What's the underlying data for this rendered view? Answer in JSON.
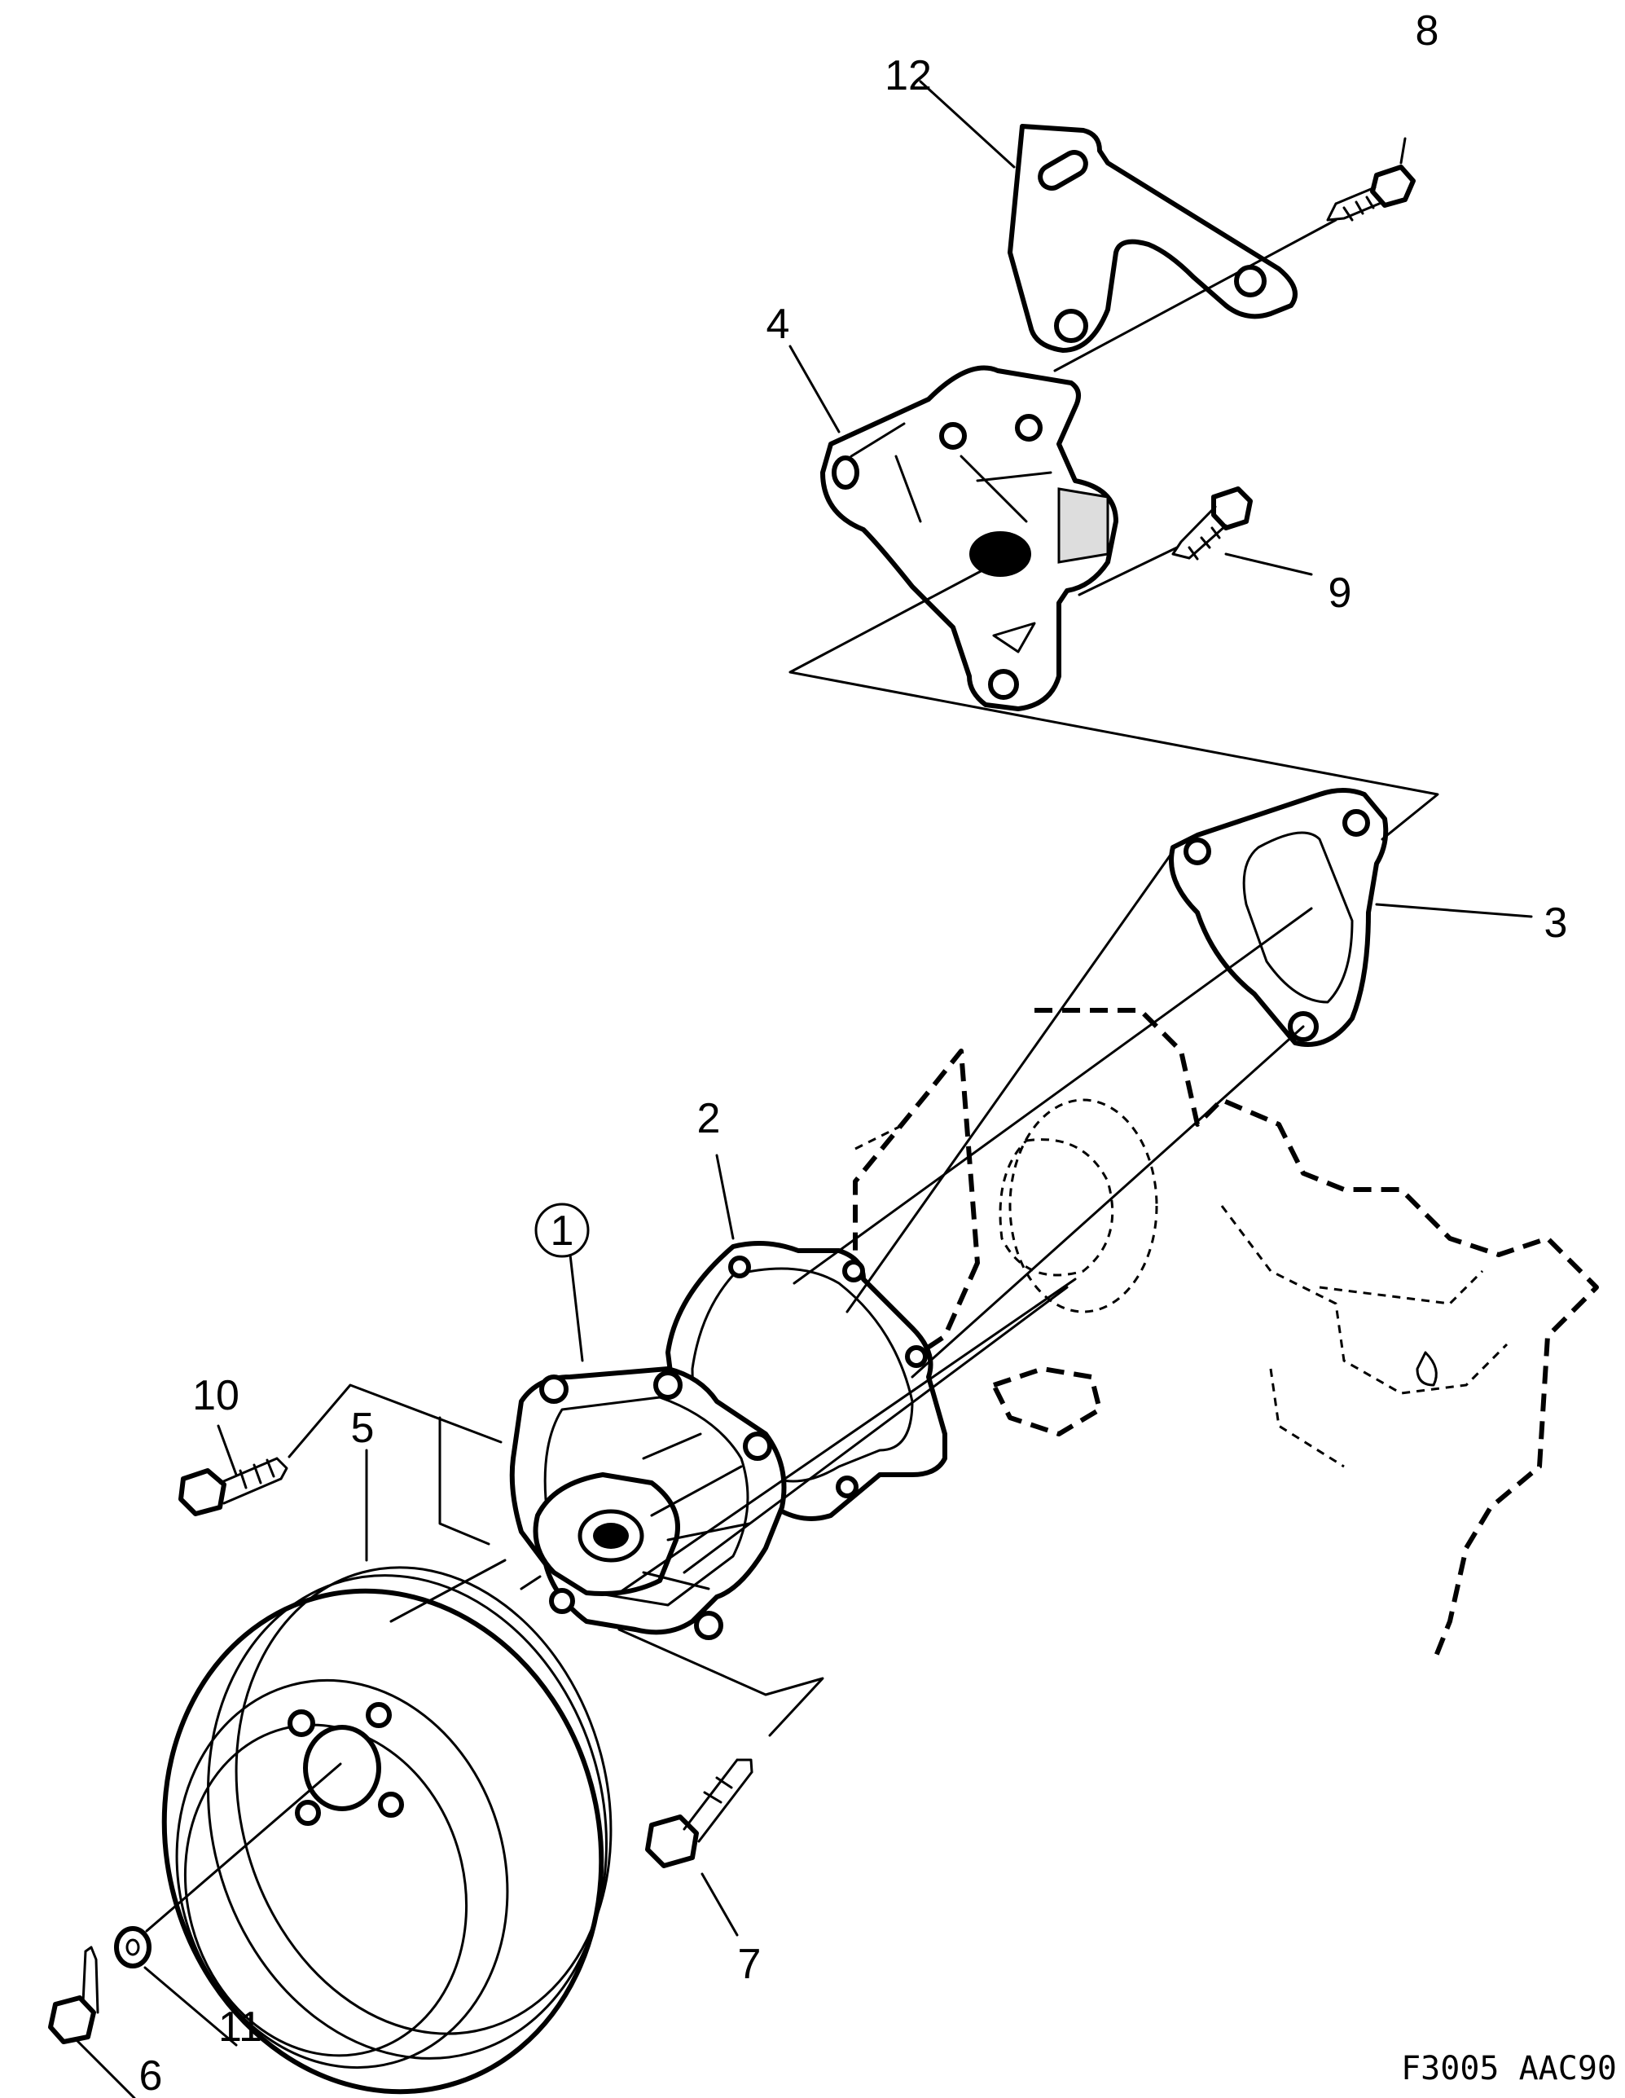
{
  "labels": {
    "l1": "1",
    "l2": "2",
    "l3": "3",
    "l4": "4",
    "l5": "5",
    "l6": "6",
    "l7": "7",
    "l8": "8",
    "l9": "9",
    "l10": "10",
    "l11": "11",
    "l12": "12"
  },
  "figure_code": "F3005 AAC90"
}
